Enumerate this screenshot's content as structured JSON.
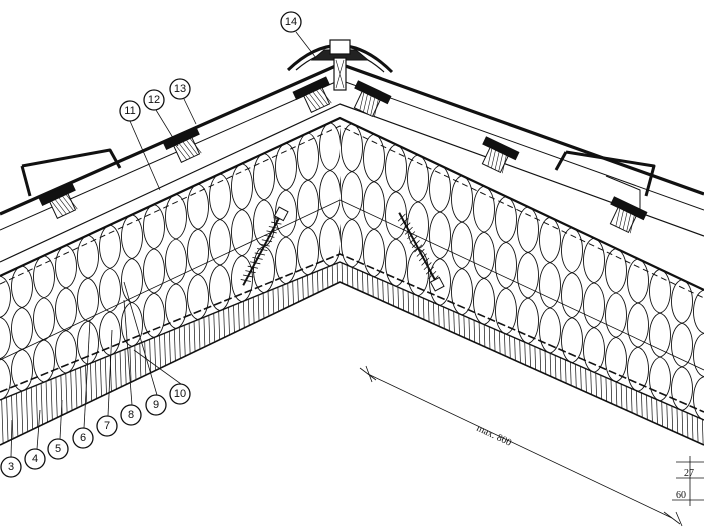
{
  "diagram": {
    "callouts": [
      "3",
      "4",
      "5",
      "6",
      "7",
      "8",
      "9",
      "10",
      "11",
      "12",
      "13",
      "14"
    ],
    "dimensions": {
      "span_label": "max. 800",
      "small_dim_1": "27",
      "small_dim_2": "60"
    }
  }
}
